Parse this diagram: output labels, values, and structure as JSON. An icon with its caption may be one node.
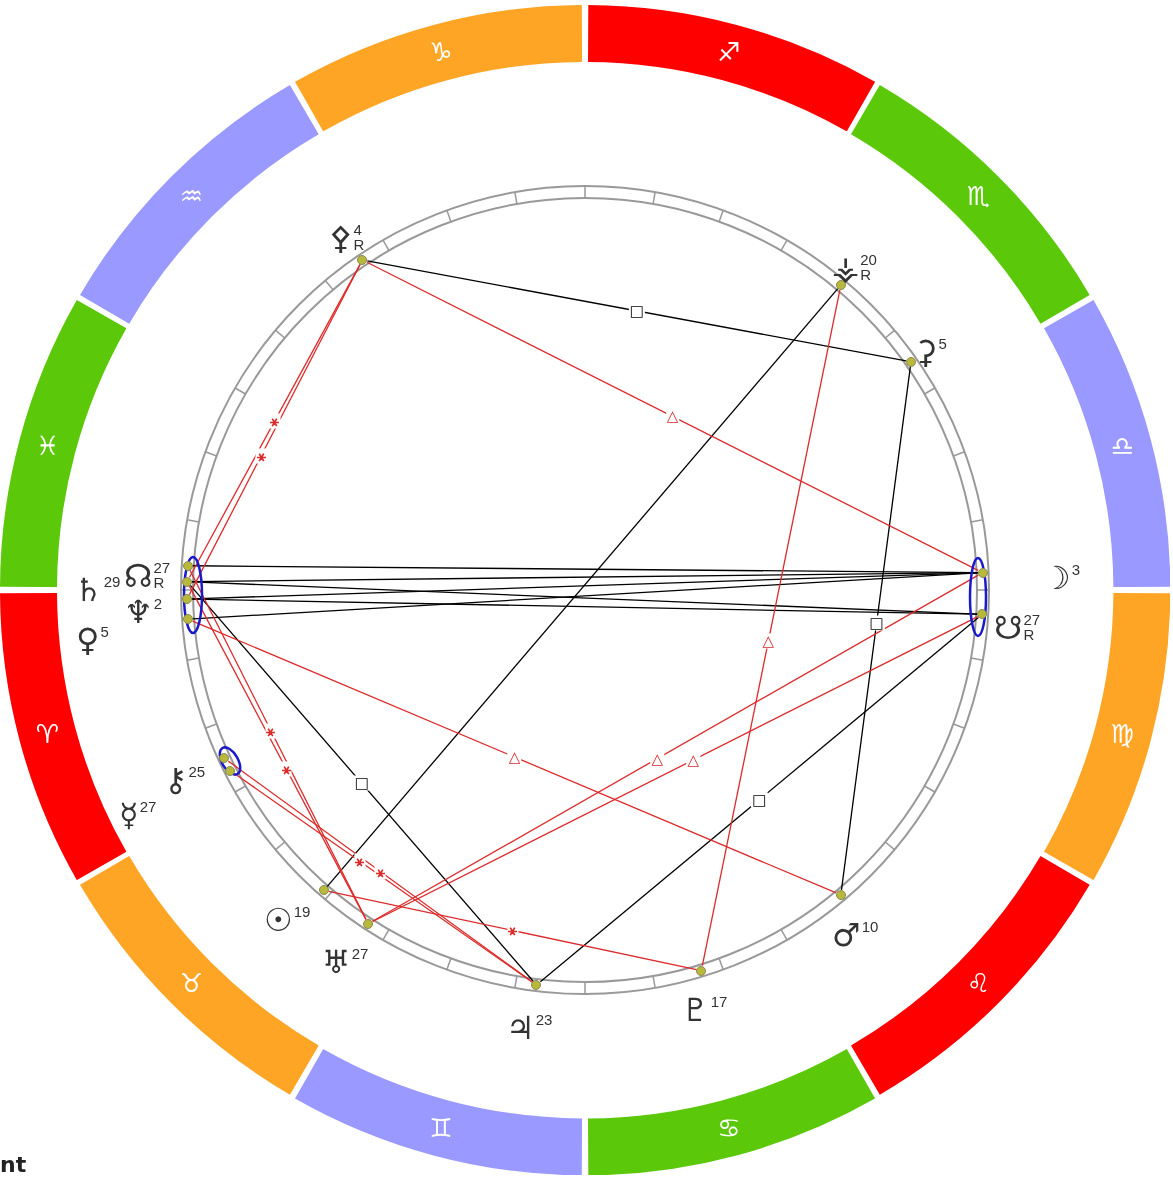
{
  "diagram": {
    "nodes": [
      {
        "text": [
          "♈"
        ]
      },
      {
        "text": [
          "♉"
        ]
      },
      {
        "text": [
          "♊"
        ]
      },
      {
        "text": [
          "♋"
        ]
      },
      {
        "text": [
          "♌"
        ]
      },
      {
        "text": [
          "♍"
        ]
      },
      {
        "text": [
          "♎"
        ]
      },
      {
        "text": [
          "♏"
        ]
      },
      {
        "text": [
          "♐"
        ]
      },
      {
        "text": [
          "♑"
        ]
      },
      {
        "text": [
          "♒"
        ]
      },
      {
        "text": [
          "♓"
        ]
      },
      {
        "text": [],
        "shape": "circle",
        "beside": [
          "⚴",
          "4",
          "R"
        ]
      },
      {
        "text": [],
        "shape": "circle",
        "beside": [
          "⚶",
          "20",
          "R"
        ]
      },
      {
        "text": [],
        "shape": "circle",
        "beside": [
          "⚳",
          "5"
        ]
      },
      {
        "text": [],
        "shape": "circle",
        "beside": [
          "☊",
          "27",
          "R"
        ]
      },
      {
        "text": [],
        "shape": "circle",
        "beside": [
          "♄",
          "29"
        ]
      },
      {
        "text": [],
        "shape": "circle",
        "beside": [
          "☽",
          "3"
        ]
      },
      {
        "text": [],
        "shape": "circle",
        "beside": [
          "♆",
          "2"
        ]
      },
      {
        "text": [],
        "shape": "circle",
        "beside": [
          "♀",
          "5"
        ]
      },
      {
        "text": [],
        "shape": "circle",
        "beside": [
          "☋",
          "27",
          "R"
        ]
      },
      {
        "text": [],
        "shape": "circle",
        "beside": [
          "⚷",
          "25"
        ]
      },
      {
        "text": [],
        "shape": "circle",
        "beside": [
          "☿",
          "27"
        ]
      },
      {
        "text": [],
        "shape": "circle",
        "beside": [
          "☉",
          "19"
        ]
      },
      {
        "text": [],
        "shape": "circle",
        "beside": [
          "♂",
          "10"
        ]
      },
      {
        "text": [],
        "shape": "circle",
        "beside": [
          "♅",
          "27"
        ]
      },
      {
        "text": [],
        "shape": "circle",
        "beside": [
          "♃",
          "23"
        ]
      },
      {
        "text": [],
        "shape": "circle",
        "beside": [
          "♇",
          "17"
        ]
      }
    ],
    "edges": [
      {
        "from": 12,
        "to": 14,
        "arrow": "none",
        "label": "□",
        "color": "#000000"
      },
      {
        "from": 13,
        "to": 23,
        "arrow": "none",
        "color": "#000000"
      },
      {
        "from": 14,
        "to": 24,
        "arrow": "none",
        "label": "□",
        "color": "#000000"
      },
      {
        "from": 20,
        "to": 26,
        "arrow": "none",
        "label": "□",
        "color": "#000000"
      },
      {
        "from": 16,
        "to": 26,
        "arrow": "none",
        "label": "□",
        "color": "#000000"
      },
      {
        "from": 15,
        "to": 17,
        "arrow": "none",
        "color": "#000000"
      },
      {
        "from": 16,
        "to": 17,
        "arrow": "none",
        "color": "#000000"
      },
      {
        "from": 16,
        "to": 20,
        "arrow": "none",
        "color": "#000000"
      },
      {
        "from": 18,
        "to": 17,
        "arrow": "none",
        "color": "#000000"
      },
      {
        "from": 18,
        "to": 20,
        "arrow": "none",
        "color": "#000000"
      },
      {
        "from": 19,
        "to": 17,
        "arrow": "none",
        "color": "#000000"
      },
      {
        "from": 12,
        "to": 17,
        "arrow": "none",
        "label": "△"
      },
      {
        "from": 13,
        "to": 27,
        "arrow": "none",
        "label": "△"
      },
      {
        "from": 19,
        "to": 24,
        "arrow": "none",
        "label": "△"
      },
      {
        "from": 25,
        "to": 17,
        "arrow": "none",
        "label": "△"
      },
      {
        "from": 25,
        "to": 20,
        "arrow": "none",
        "label": "△"
      },
      {
        "from": 12,
        "to": 16,
        "arrow": "none",
        "label": "⚹"
      },
      {
        "from": 12,
        "to": 18,
        "arrow": "none",
        "label": "⚹"
      },
      {
        "from": 15,
        "to": 25,
        "arrow": "none",
        "label": "⚹"
      },
      {
        "from": 16,
        "to": 25,
        "arrow": "none",
        "label": "⚹"
      },
      {
        "from": 21,
        "to": 26,
        "arrow": "none",
        "label": "⚹"
      },
      {
        "from": 22,
        "to": 26,
        "arrow": "none",
        "label": "⚹"
      },
      {
        "from": 23,
        "to": 27,
        "arrow": "none",
        "label": "⚹"
      }
    ],
    "labels": [
      "nt"
    ]
  }
}
